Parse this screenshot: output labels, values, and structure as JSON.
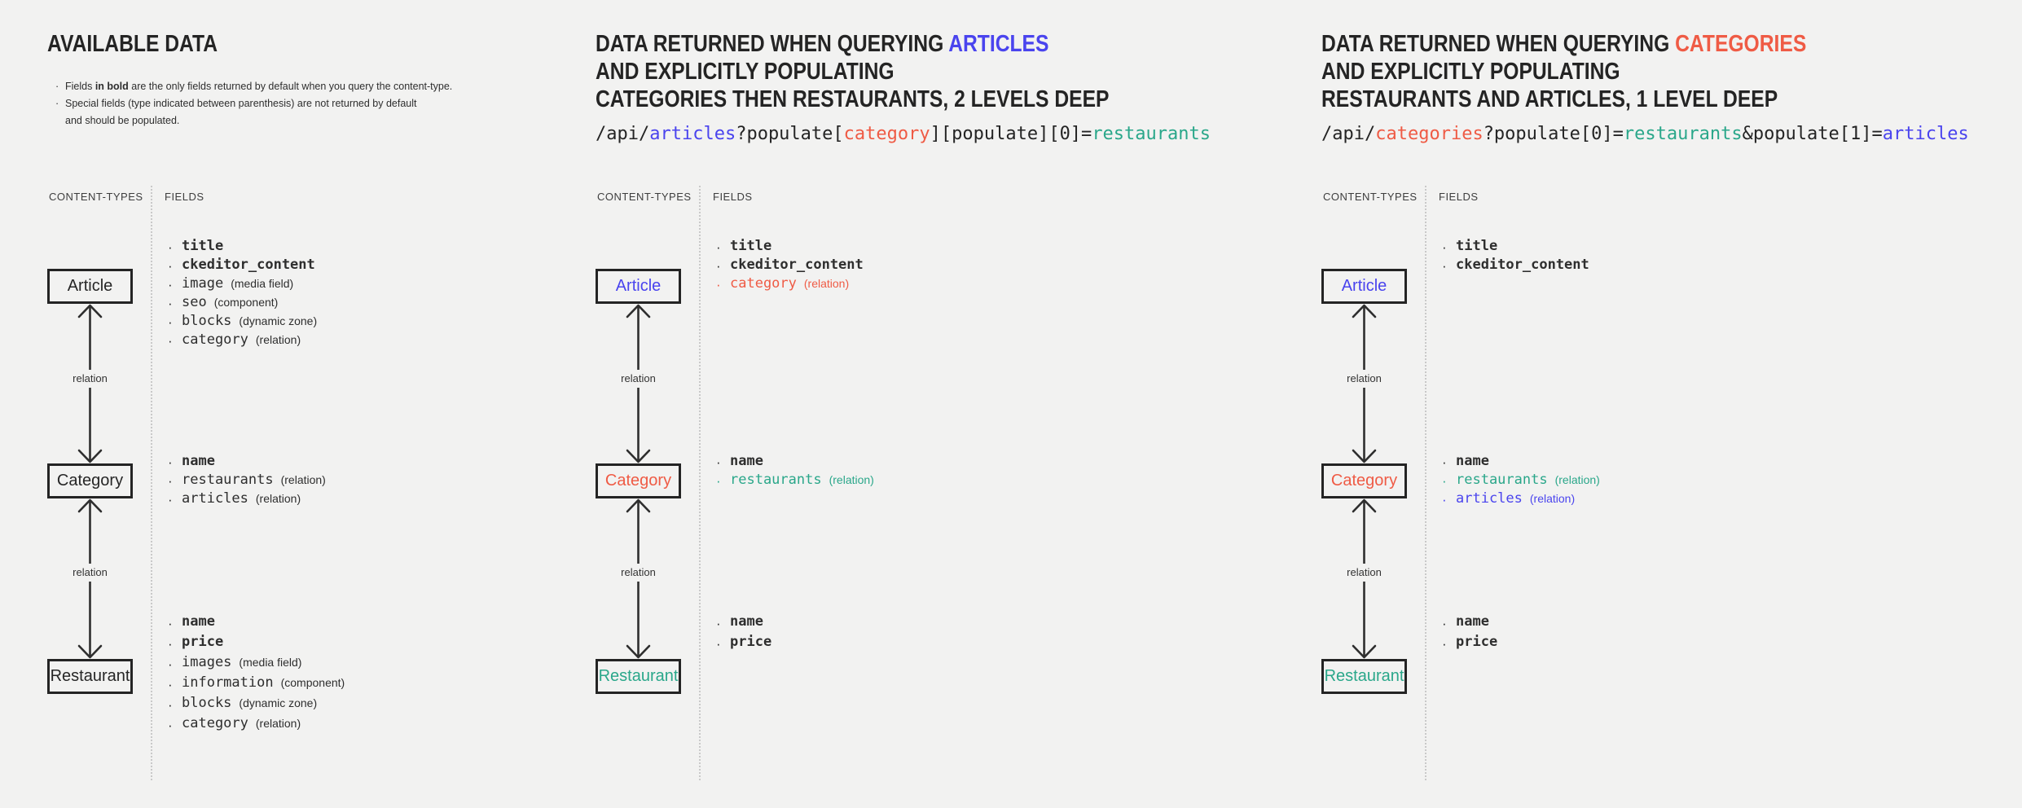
{
  "bullet": "·",
  "colors": {
    "dark": "#262626",
    "blue": "#4a44ee",
    "red": "#ef5b45",
    "teal": "#2aa78a",
    "background": "#f2f2f1",
    "arrow": "#2e2e2e"
  },
  "panels": [
    {
      "id": "available-data",
      "title_lines": [
        [
          {
            "t": "AVAILABLE DATA"
          }
        ]
      ],
      "notes": [
        {
          "lines": [
            [
              {
                "t": "Fields "
              },
              {
                "t": "in bold",
                "bold": true
              },
              {
                "t": " are the only fields returned by default when you query the content-type."
              }
            ]
          ]
        },
        {
          "lines": [
            [
              {
                "t": "Special fields (type indicated between parenthesis) are not returned by default"
              }
            ],
            [
              {
                "t": "and should be populated."
              }
            ]
          ]
        }
      ],
      "columns": {
        "content_types": "CONTENT-TYPES",
        "fields": "FIELDS"
      },
      "relation_label": "relation",
      "nodes": [
        {
          "label": "Article",
          "color": "dark",
          "fields": [
            {
              "name": "title",
              "bold": true
            },
            {
              "name": "ckeditor_content",
              "bold": true
            },
            {
              "name": "image",
              "annotation": "(media field)"
            },
            {
              "name": "seo",
              "annotation": "(component)"
            },
            {
              "name": "blocks",
              "annotation": "(dynamic zone)"
            },
            {
              "name": "category",
              "annotation": "(relation)"
            }
          ]
        },
        {
          "label": "Category",
          "color": "dark",
          "fields": [
            {
              "name": "name",
              "bold": true
            },
            {
              "name": "restaurants",
              "annotation": "(relation)"
            },
            {
              "name": "articles",
              "annotation": "(relation)"
            }
          ]
        },
        {
          "label": "Restaurant",
          "color": "dark",
          "fields": [
            {
              "name": "name",
              "bold": true
            },
            {
              "name": "price",
              "bold": true
            },
            {
              "name": "images",
              "annotation": "(media field)"
            },
            {
              "name": "information",
              "annotation": "(component)"
            },
            {
              "name": "blocks",
              "annotation": "(dynamic zone)"
            },
            {
              "name": "category",
              "annotation": "(relation)"
            }
          ]
        }
      ]
    },
    {
      "id": "query-articles",
      "title_lines": [
        [
          {
            "t": "DATA RETURNED WHEN QUERYING "
          },
          {
            "t": "ARTICLES",
            "color": "blue"
          }
        ],
        [
          {
            "t": "AND EXPLICITLY POPULATING"
          }
        ],
        [
          {
            "t": "CATEGORIES THEN RESTAURANTS, 2 LEVELS DEEP"
          }
        ]
      ],
      "code": [
        {
          "t": "/api/"
        },
        {
          "t": "articles",
          "color": "blue"
        },
        {
          "t": "?populate["
        },
        {
          "t": "category",
          "color": "red"
        },
        {
          "t": "][populate][0]="
        },
        {
          "t": "restaurants",
          "color": "teal"
        }
      ],
      "columns": {
        "content_types": "CONTENT-TYPES",
        "fields": "FIELDS"
      },
      "relation_label": "relation",
      "nodes": [
        {
          "label": "Article",
          "color": "blue",
          "fields": [
            {
              "name": "title",
              "bold": true
            },
            {
              "name": "ckeditor_content",
              "bold": true
            },
            {
              "name": "category",
              "annotation": "(relation)",
              "color": "red"
            }
          ]
        },
        {
          "label": "Category",
          "color": "red",
          "fields": [
            {
              "name": "name",
              "bold": true
            },
            {
              "name": "restaurants",
              "annotation": "(relation)",
              "color": "teal"
            }
          ]
        },
        {
          "label": "Restaurant",
          "color": "teal",
          "fields": [
            {
              "name": "name",
              "bold": true
            },
            {
              "name": "price",
              "bold": true
            }
          ]
        }
      ]
    },
    {
      "id": "query-categories",
      "title_lines": [
        [
          {
            "t": "DATA RETURNED WHEN QUERYING "
          },
          {
            "t": "CATEGORIES",
            "color": "red"
          }
        ],
        [
          {
            "t": "AND EXPLICITLY POPULATING"
          }
        ],
        [
          {
            "t": "RESTAURANTS AND ARTICLES, 1 LEVEL DEEP"
          }
        ]
      ],
      "code": [
        {
          "t": "/api/"
        },
        {
          "t": "categories",
          "color": "red"
        },
        {
          "t": "?populate[0]="
        },
        {
          "t": "restaurants",
          "color": "teal"
        },
        {
          "t": "&populate[1]="
        },
        {
          "t": "articles",
          "color": "blue"
        }
      ],
      "columns": {
        "content_types": "CONTENT-TYPES",
        "fields": "FIELDS"
      },
      "relation_label": "relation",
      "nodes": [
        {
          "label": "Article",
          "color": "blue",
          "fields": [
            {
              "name": "title",
              "bold": true
            },
            {
              "name": "ckeditor_content",
              "bold": true
            }
          ]
        },
        {
          "label": "Category",
          "color": "red",
          "fields": [
            {
              "name": "name",
              "bold": true
            },
            {
              "name": "restaurants",
              "annotation": "(relation)",
              "color": "teal"
            },
            {
              "name": "articles",
              "annotation": "(relation)",
              "color": "blue"
            }
          ]
        },
        {
          "label": "Restaurant",
          "color": "teal",
          "fields": [
            {
              "name": "name",
              "bold": true
            },
            {
              "name": "price",
              "bold": true
            }
          ]
        }
      ]
    }
  ]
}
